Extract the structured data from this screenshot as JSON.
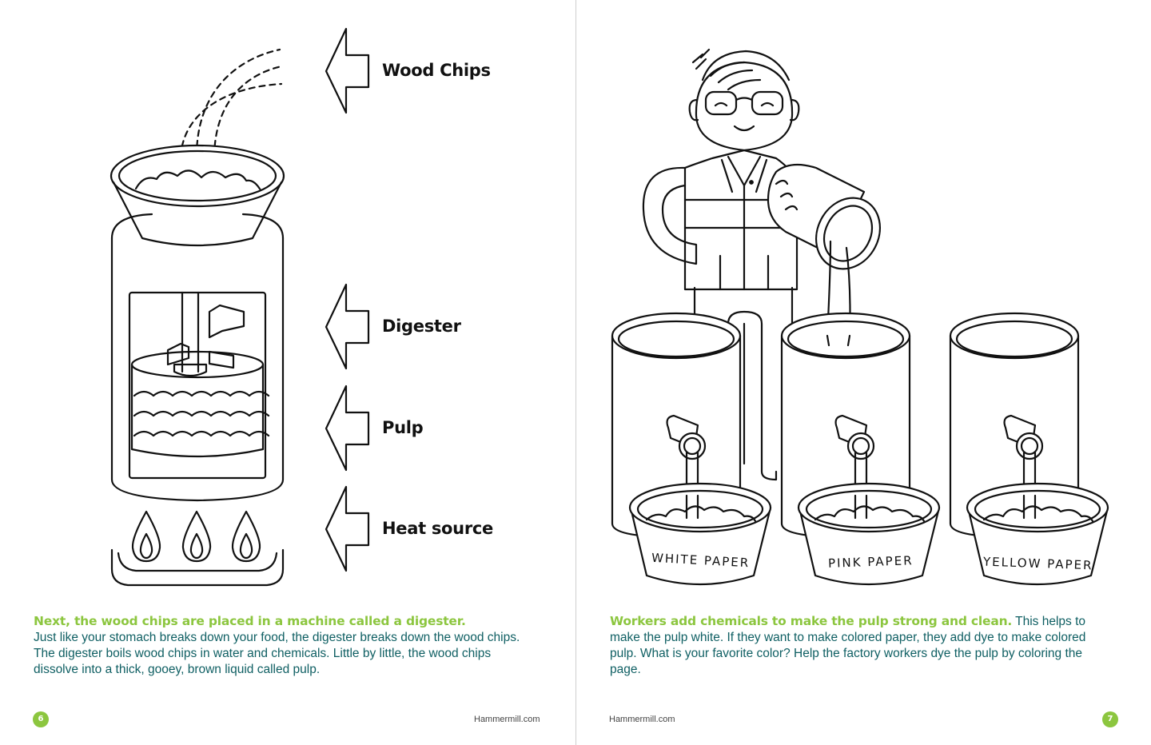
{
  "left_page": {
    "labels": {
      "wood_chips": "Wood Chips",
      "digester": "Digester",
      "pulp": "Pulp",
      "heat_source": "Heat source"
    },
    "caption_lead": "Next, the wood chips are placed in a machine called a digester.",
    "caption_body": "Just like your stomach breaks down your food, the digester breaks down the wood chips. The digester boils wood chips in water and chemicals. Little by little, the wood chips dissolve into a thick, gooey, brown liquid called pulp.",
    "page_number": "6",
    "website": "Hammermill.com"
  },
  "right_page": {
    "vat_labels": [
      "WHITE PAPER",
      "PINK PAPER",
      "YELLOW PAPER"
    ],
    "caption_lead": "Workers add chemicals to make the pulp strong and clean.",
    "caption_body": " This helps to make the pulp white. If they want to make colored paper, they add dye to make colored pulp. What is your favorite color? Help the factory workers dye the pulp by coloring the page.",
    "page_number": "7",
    "website": "Hammermill.com"
  },
  "colors": {
    "accent_green": "#8cc63f",
    "body_teal": "#0f5f63",
    "line_art": "#111111"
  }
}
